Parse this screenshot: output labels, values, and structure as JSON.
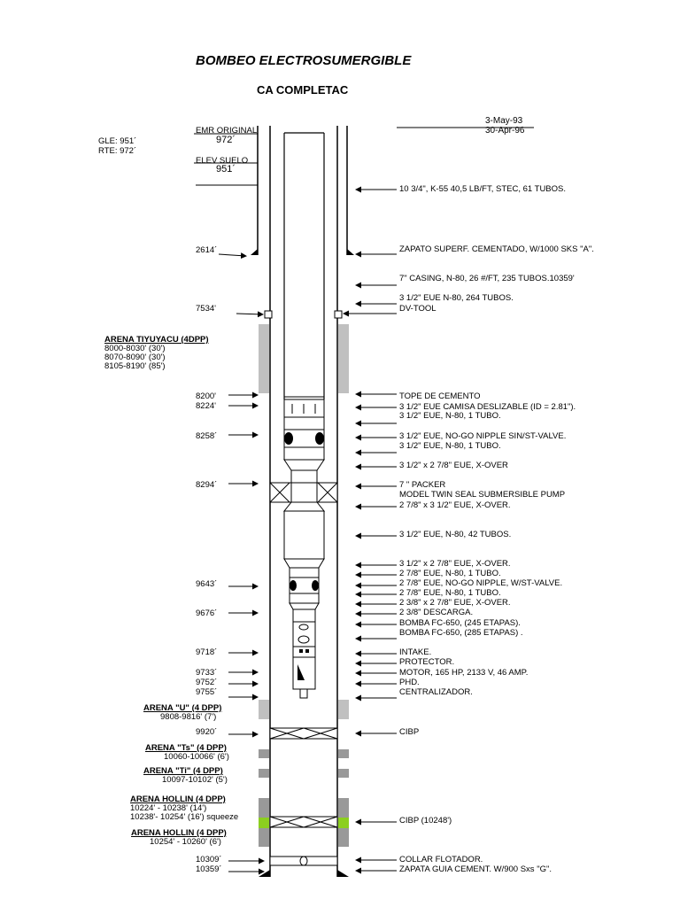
{
  "title": "BOMBEO ELECTROSUMERGIBLE",
  "subtitle": "CA COMPLETAC",
  "dates": {
    "first": "3-May-93",
    "second": "30-Apr-96"
  },
  "header": {
    "gle": "GLE: 951´",
    "rte": "RTE: 972´",
    "emr_label": "EMR ORIGINAL",
    "emr_value": "972´",
    "elev_label": "ELEV SUELO",
    "elev_value": "951´"
  },
  "depths": [
    "2614´",
    "7534'",
    "8200'",
    "8224'",
    "8258´",
    "8294´",
    "9643´",
    "9676´",
    "9718´",
    "9733´",
    "9752´",
    "9755´",
    "9920´",
    "10309´",
    "10359´"
  ],
  "sands": [
    {
      "name": "ARENA TIYUYACU (4DPP)",
      "lines": [
        "8000-8030' (30')",
        "8070-8090' (30')",
        "8105-8190' (85')"
      ]
    },
    {
      "name": "ARENA \"U\" (4 DPP)",
      "lines": [
        "9808-9816' (7')"
      ]
    },
    {
      "name": "ARENA \"Ts\" (4 DPP)",
      "lines": [
        "10060-10066' (6')"
      ]
    },
    {
      "name": "ARENA \"Ti\" (4 DPP)",
      "lines": [
        "10097-10102' (5')"
      ]
    },
    {
      "name": "ARENA HOLLIN (4 DPP)",
      "lines": [
        "10224' - 10238' (14')",
        "10238'- 10254' (16') squeeze"
      ]
    },
    {
      "name": "ARENA HOLLIN (4 DPP)",
      "lines": [
        "10254' - 10260' (6')"
      ]
    }
  ],
  "components": [
    "10 3/4\", K-55 40,5 LB/FT, STEC, 61 TUBOS.",
    "ZAPATO SUPERF. CEMENTADO, W/1000 SKS \"A\".",
    "7\" CASING, N-80, 26 #/FT, 235 TUBOS.10359'",
    "3 1/2\" EUE N-80, 264 TUBOS.",
    "DV-TOOL",
    "TOPE DE CEMENTO",
    "3 1/2\" EUE CAMISA DESLIZABLE (ID = 2.81\").",
    "3 1/2\" EUE, N-80, 1 TUBO.",
    "3 1/2\" EUE, NO-GO NIPPLE SIN/ST-VALVE.",
    "3 1/2\" EUE, N-80, 1 TUBO.",
    "3 1/2\" x 2 7/8\" EUE, X-OVER",
    "7 \" PACKER",
    "MODEL TWIN SEAL SUBMERSIBLE PUMP",
    "2 7/8\" x 3 1/2\" EUE, X-OVER.",
    "3 1/2\" EUE, N-80, 42 TUBOS.",
    "3 1/2\" x 2 7/8\" EUE, X-OVER.",
    "2 7/8\" EUE, N-80, 1 TUBO.",
    "2 7/8\" EUE, NO-GO NIPPLE, W/ST-VALVE.",
    "2 7/8\" EUE, N-80, 1 TUBO.",
    "2 3/8\" x 2 7/8\" EUE, X-OVER.",
    "2 3/8\" DESCARGA.",
    "BOMBA FC-650, (245 ETAPAS).",
    "BOMBA FC-650, (285 ETAPAS) .",
    "INTAKE.",
    "PROTECTOR.",
    "MOTOR, 165 HP, 2133 V, 46 AMP.",
    "PHD.",
    "CENTRALIZADOR.",
    "CIBP",
    "CIBP (10248')",
    "COLLAR FLOTADOR.",
    "ZAPATA GUIA CEMENT. W/900 Sxs \"G\"."
  ],
  "colors": {
    "perforation": "#c0c0c0",
    "perforation_dark": "#999999",
    "squeeze": "#8ccf1f",
    "line": "#000000"
  }
}
